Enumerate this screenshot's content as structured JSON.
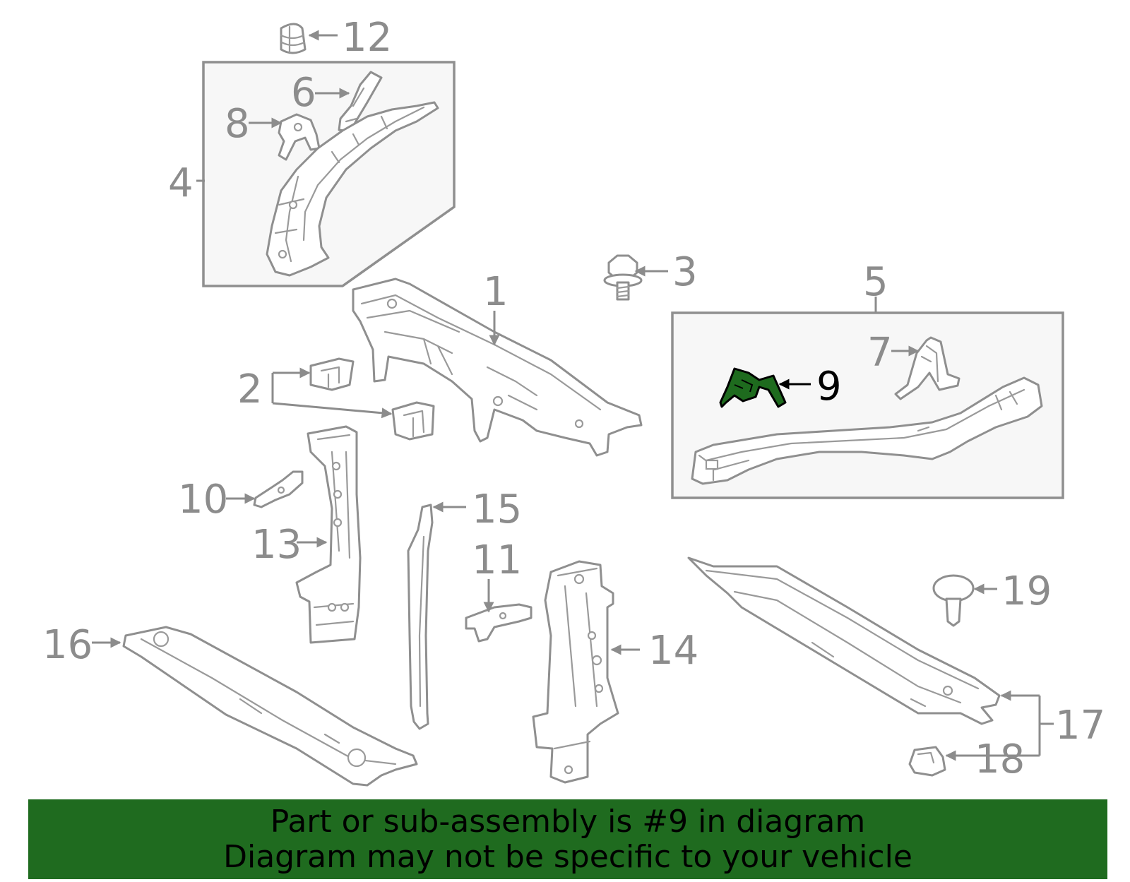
{
  "diagram": {
    "highlight_color": "#1e6b1e",
    "highlighted_part": "9",
    "callouts": {
      "p1": "1",
      "p2": "2",
      "p3": "3",
      "p4": "4",
      "p5": "5",
      "p6": "6",
      "p7": "7",
      "p8": "8",
      "p9": "9",
      "p10": "10",
      "p11": "11",
      "p12": "12",
      "p13": "13",
      "p14": "14",
      "p15": "15",
      "p16": "16",
      "p17": "17",
      "p18": "18",
      "p19": "19"
    }
  },
  "banner": {
    "background": "#1f6b1f",
    "line1": "Part or sub-assembly is #9 in diagram",
    "line2": "Diagram may not be specific to your vehicle"
  }
}
